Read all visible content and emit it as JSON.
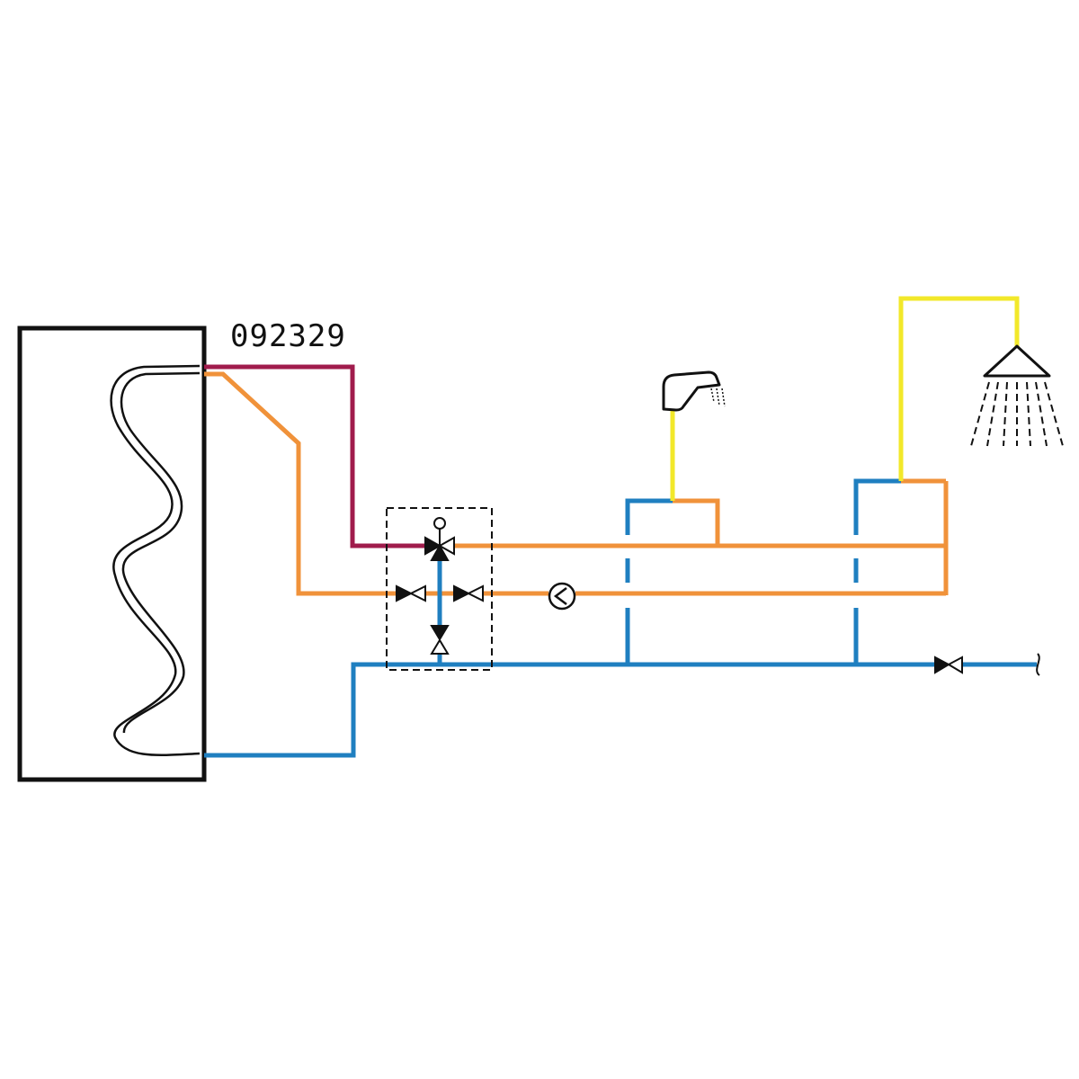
{
  "diagram": {
    "code_label": "092329"
  },
  "colors": {
    "hot_supply": "#a01c4c",
    "hot_water": "#f0923a",
    "cold_water": "#1f7fc0",
    "mixed_outlet": "#f2e82a",
    "outline": "#111111",
    "background": "#ffffff"
  },
  "components": {
    "tank": "storage-tank-with-coil",
    "mixing_valve": "three-way-thermostatic-mixing-valve",
    "isolation_valves": "gate-valve-icon",
    "pump": "circulation-pump-icon",
    "check_valve": "non-return-valve-icon",
    "tap": "faucet-icon",
    "shower": "shower-head-icon",
    "supply_end": "pipe-continuation-icon"
  }
}
